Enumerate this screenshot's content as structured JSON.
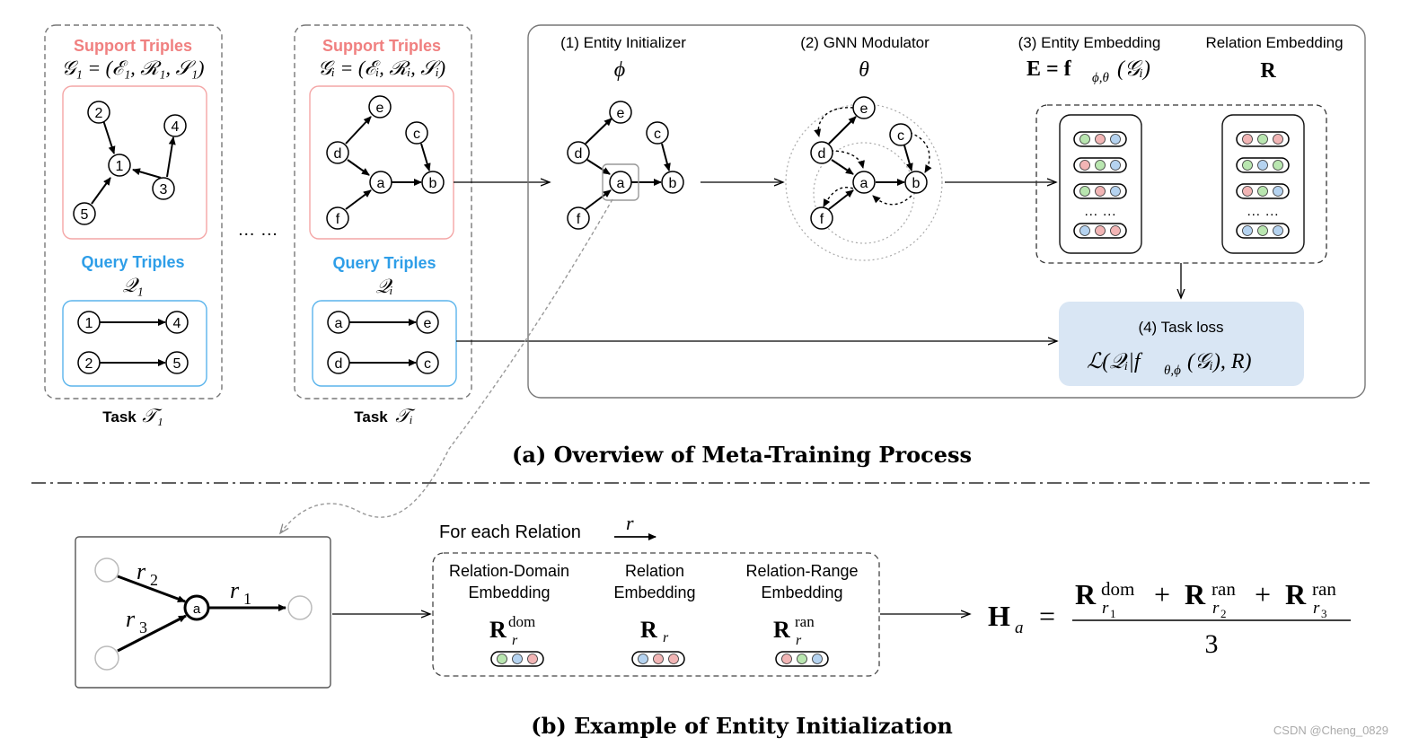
{
  "panel_a": {
    "task1": {
      "support_title": "Support Triples",
      "support_formula": "𝒢₁ = (ℰ₁, ℛ₁, 𝒮₁)",
      "support_nodes": [
        "2",
        "4",
        "1",
        "3",
        "5"
      ],
      "query_title": "Query Triples",
      "query_formula": "𝒬₁",
      "query_rows": [
        {
          "head": "1",
          "tail": "4"
        },
        {
          "head": "2",
          "tail": "5"
        }
      ],
      "task_word": "Task",
      "task_symbol": "𝒯₁"
    },
    "ellipsis": "… …",
    "task_i": {
      "support_title": "Support Triples",
      "support_formula": "𝒢ᵢ = (ℰᵢ, ℛᵢ, 𝒮ᵢ)",
      "support_nodes": [
        "e",
        "c",
        "d",
        "a",
        "b",
        "f"
      ],
      "query_title": "Query Triples",
      "query_formula": "𝒬ᵢ",
      "query_rows": [
        {
          "head": "a",
          "tail": "e"
        },
        {
          "head": "d",
          "tail": "c"
        }
      ],
      "task_word": "Task",
      "task_symbol": "𝒯ᵢ"
    },
    "stages": {
      "entity_initializer": {
        "label": "(1) Entity Initializer",
        "symbol": "ϕ"
      },
      "gnn_modulator": {
        "label": "(2) GNN Modulator",
        "symbol": "θ"
      },
      "entity_embedding": {
        "label": "(3) Entity Embedding",
        "formula": "E = f",
        "sub": "ϕ,θ",
        "tail": "(𝒢ᵢ)"
      },
      "relation_embedding": {
        "label": "Relation Embedding",
        "symbol": "R"
      },
      "embedding_ellipsis": "… …",
      "task_loss": {
        "label": "(4) Task loss",
        "formula": "ℒ(𝒬ᵢ|f",
        "sub": "θ,ϕ",
        "tail": "(𝒢ᵢ), R)"
      }
    },
    "caption": "(a) Overview of Meta-Training Process"
  },
  "panel_b": {
    "relation_labels": {
      "r2": "r",
      "r2_sub": "2",
      "r3": "r",
      "r3_sub": "3",
      "r1": "r",
      "r1_sub": "1"
    },
    "center_node": "a",
    "for_each": "For each Relation",
    "for_each_symbol": "r",
    "embeddings": [
      {
        "line1": "Relation-Domain",
        "line2": "Embedding",
        "sym": "R",
        "sub": "r",
        "sup": "dom"
      },
      {
        "line1": "Relation",
        "line2": "Embedding",
        "sym": "R",
        "sub": "r",
        "sup": ""
      },
      {
        "line1": "Relation-Range",
        "line2": "Embedding",
        "sym": "R",
        "sub": "r",
        "sup": "ran"
      }
    ],
    "equation": {
      "lhs": "H",
      "lhs_sub": "a",
      "t1": "R",
      "t1_sup": "dom",
      "t1_sub": "r",
      "t1_subsub": "1",
      "t2": "R",
      "t2_sup": "ran",
      "t2_sub": "r",
      "t2_subsub": "2",
      "t3": "R",
      "t3_sup": "ran",
      "t3_sub": "r",
      "t3_subsub": "3",
      "plus": "+",
      "eq": "=",
      "den": "3"
    },
    "caption": "(b) Example of Entity Initialization"
  },
  "watermark": "CSDN @Cheng_0829",
  "colors": {
    "support": "#f08080",
    "query": "#2e9ee8",
    "loss_bg": "#d9e6f4",
    "dot_green": "#b9e6b0",
    "dot_red": "#f2b5b5",
    "dot_blue": "#b5d3f0"
  }
}
